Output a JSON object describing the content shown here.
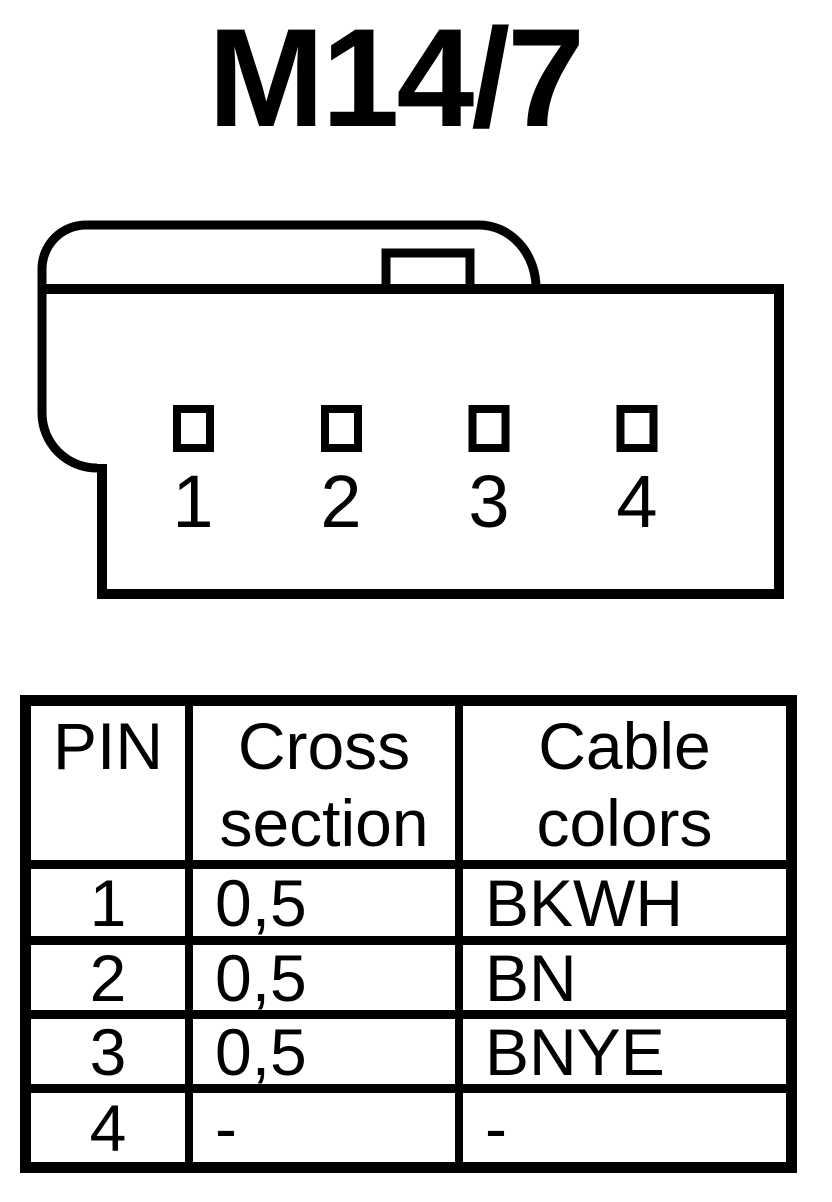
{
  "page": {
    "background_color": "#ffffff",
    "ink_color": "#000000"
  },
  "title": "M14/7",
  "connector": {
    "description": "4-pin connector face view with latch tab",
    "pins": [
      {
        "number": "1"
      },
      {
        "number": "2"
      },
      {
        "number": "3"
      },
      {
        "number": "4"
      }
    ]
  },
  "table": {
    "headers": [
      "PIN",
      "Cross section",
      "Cable colors"
    ],
    "rows": [
      {
        "pin": "1",
        "cross_section": "0,5",
        "cable_color": "BKWH"
      },
      {
        "pin": "2",
        "cross_section": "0,5",
        "cable_color": "BN"
      },
      {
        "pin": "3",
        "cross_section": "0,5",
        "cable_color": "BNYE"
      },
      {
        "pin": "4",
        "cross_section": "-",
        "cable_color": "-"
      }
    ]
  }
}
